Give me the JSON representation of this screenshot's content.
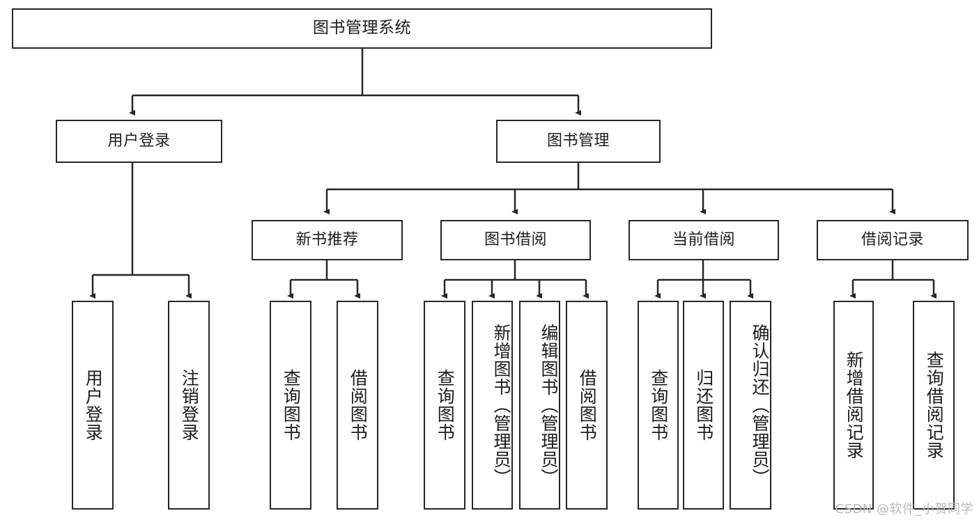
{
  "diagram": {
    "title": "图书管理系统",
    "type": "tree",
    "watermark": "CSDN @软件_小贺同学",
    "root": {
      "label": "图书管理系统"
    },
    "level2": [
      {
        "label": "用户登录"
      },
      {
        "label": "图书管理"
      }
    ],
    "level3": [
      {
        "label": "新书推荐"
      },
      {
        "label": "图书借阅"
      },
      {
        "label": "当前借阅"
      },
      {
        "label": "借阅记录"
      }
    ],
    "leaves_user_login": [
      {
        "label": "用户登录"
      },
      {
        "label": "注销登录"
      }
    ],
    "leaves_new_book": [
      {
        "label": "查询图书"
      },
      {
        "label": "借阅图书"
      }
    ],
    "leaves_borrow": [
      {
        "label": "查询图书"
      },
      {
        "label": "新增图书（管理员）"
      },
      {
        "label": "编辑图书（管理员）"
      },
      {
        "label": "借阅图书"
      }
    ],
    "leaves_current": [
      {
        "label": "查询图书"
      },
      {
        "label": "归还图书"
      },
      {
        "label": "确认归还（管理员）"
      }
    ],
    "leaves_record": [
      {
        "label": "新增借阅记录"
      },
      {
        "label": "查询借阅记录"
      }
    ],
    "colors": {
      "stroke": "#262626",
      "box_fill": "#ffffff",
      "text": "#1c1c1c",
      "watermark": "#b8b8b8"
    }
  }
}
